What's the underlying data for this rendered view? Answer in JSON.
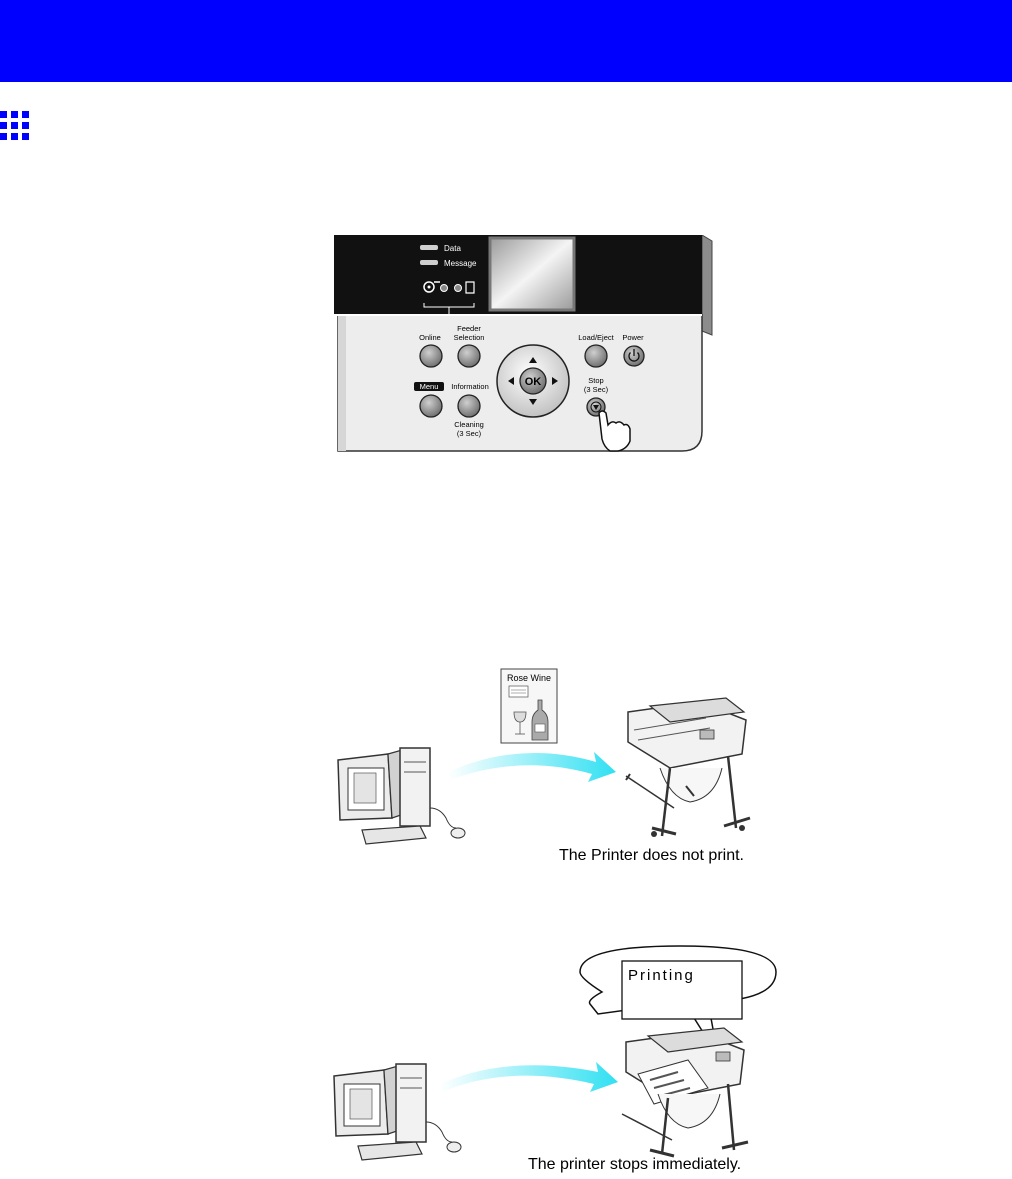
{
  "panel": {
    "indicators": {
      "data": "Data",
      "message": "Message"
    },
    "buttons": {
      "online": "Online",
      "feeder_line1": "Feeder",
      "feeder_line2": "Selection",
      "menu": "Menu",
      "information": "Information",
      "cleaning_line1": "Cleaning",
      "cleaning_line2": "(3 Sec)",
      "ok": "OK",
      "load_eject": "Load/Eject",
      "power": "Power",
      "stop_line1": "Stop",
      "stop_line2": "(3 Sec)"
    }
  },
  "figure1": {
    "document_title": "Rose Wine",
    "caption": "The Printer does not print."
  },
  "figure2": {
    "bubble_text": "Printing",
    "caption": "The printer stops immediately."
  },
  "colors": {
    "header": "#0000ff",
    "arrow": "#33e0f0",
    "panel_dark": "#111111",
    "panel_light": "#eaeaea"
  }
}
